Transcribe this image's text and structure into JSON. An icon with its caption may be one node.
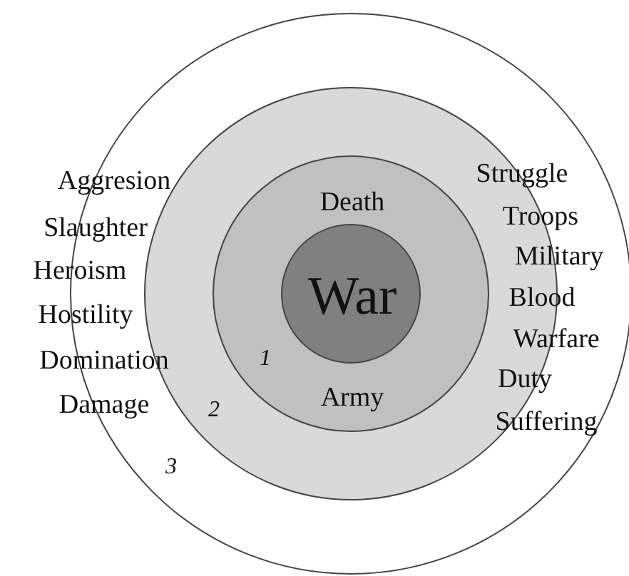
{
  "diagram": {
    "nodes": [
      {
        "text": [],
        "shape": "circle"
      },
      {
        "text": [],
        "shape": "circle",
        "in": 0
      },
      {
        "text": [
          "Death",
          "Army"
        ],
        "in": 1
      },
      {
        "text": [
          "War"
        ],
        "in": 2
      }
    ],
    "labels": [
      "Aggresion",
      "Struggle",
      "Troops",
      "Slaughter",
      "Military",
      "Heroism",
      "Blood",
      "Hostility",
      "Warfare",
      "Domination",
      "1",
      "Duty",
      "Damage",
      "2",
      "Suffering",
      "3"
    ]
  }
}
